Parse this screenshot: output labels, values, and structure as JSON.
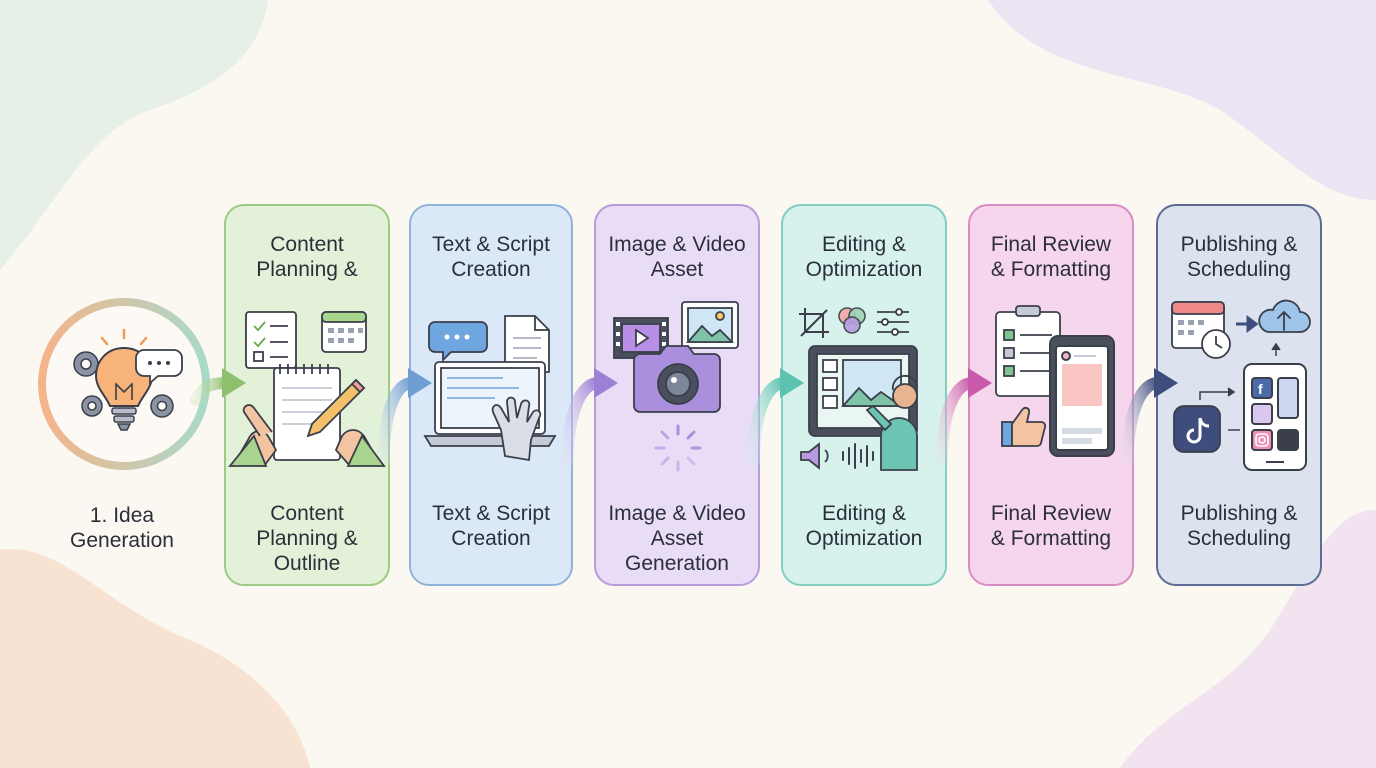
{
  "stages": [
    {
      "id": "idea",
      "label_line1": "1. Idea",
      "label_line2": "Generation"
    },
    {
      "id": "planning",
      "top": [
        "Content",
        "Planning &"
      ],
      "bottom": [
        "Content",
        "Planning &",
        "Outline"
      ],
      "fill": "#e3f1d8",
      "border": "#9ccb84"
    },
    {
      "id": "text",
      "top": [
        "Text & Script",
        "Creation"
      ],
      "bottom": [
        "Text & Script",
        "Creation"
      ],
      "fill": "#dbe8f7",
      "border": "#8fb3dc"
    },
    {
      "id": "image",
      "top": [
        "Image & Video",
        "Asset"
      ],
      "bottom": [
        "Image & Video",
        "Asset",
        "Generation"
      ],
      "fill": "#e8dcf6",
      "border": "#b79cdc"
    },
    {
      "id": "editing",
      "top": [
        "Editing &",
        "Optimization"
      ],
      "bottom": [
        "Editing &",
        "Optimization"
      ],
      "fill": "#d7f1ec",
      "border": "#82cfc1"
    },
    {
      "id": "review",
      "top": [
        "Final Review",
        "& Formatting"
      ],
      "bottom": [
        "Final Review",
        "& Formatting"
      ],
      "fill": "#f5d6ec",
      "border": "#d98bc4"
    },
    {
      "id": "publishing",
      "top": [
        "Publishing &",
        "Scheduling"
      ],
      "bottom": [
        "Publishing &",
        "Scheduling"
      ],
      "fill": "#dde2ef",
      "border": "#5d6b95"
    }
  ],
  "icons": {
    "idea": [
      "gear-icon",
      "lightbulb-icon",
      "speech-bubble-icon"
    ],
    "planning": [
      "checklist-icon",
      "calendar-icon",
      "notepad-icon",
      "pencil-icon",
      "hands-icon"
    ],
    "text": [
      "chat-bubble-icon",
      "document-icon",
      "laptop-icon",
      "robot-hand-icon"
    ],
    "image": [
      "film-strip-icon",
      "image-icon",
      "camera-icon",
      "loading-spinner-icon"
    ],
    "editing": [
      "crop-icon",
      "color-circles-icon",
      "sliders-icon",
      "tablet-icon",
      "person-icon",
      "speaker-icon",
      "waveform-icon"
    ],
    "review": [
      "clipboard-checklist-icon",
      "smartphone-icon",
      "thumbs-up-icon"
    ],
    "publishing": [
      "calendar-icon",
      "clock-icon",
      "cloud-upload-icon",
      "tiktok-icon",
      "facebook-icon",
      "instagram-icon",
      "phone-icon"
    ]
  }
}
